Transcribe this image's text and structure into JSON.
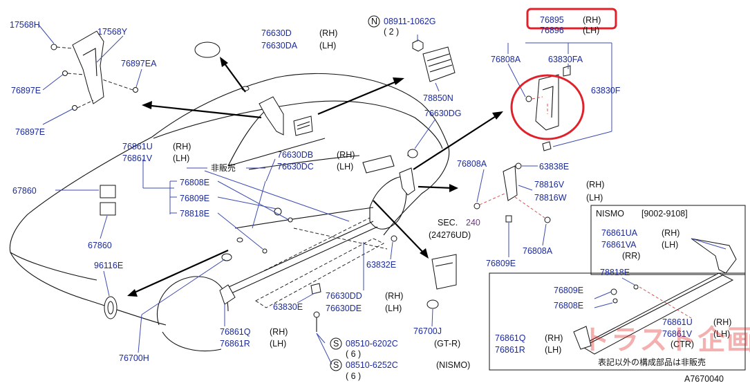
{
  "colors": {
    "label": "#1a2a9c",
    "highlight": "#e0202a",
    "section": "#7a2aa0",
    "watermark": "#e01a1a"
  },
  "labels": {
    "p17568H": "17568H",
    "p17568Y": "17568Y",
    "p76897EA": "76897EA",
    "p76897E_a": "76897E",
    "p76897E_b": "76897E",
    "p76630D": "76630D",
    "p76630DA": "76630DA",
    "rh1": "(RH)",
    "lh1": "(LH)",
    "n_badge": "N",
    "p08911": "08911-1062G",
    "q2": "( 2 )",
    "p78850N": "78850N",
    "p76630DG": "76630DG",
    "p76895": "76895",
    "rh_76895": "(RH)",
    "p76896": "76896",
    "lh_76896": "(LH)",
    "p76808A_top": "76808A",
    "p63830FA": "63830FA",
    "p63830F": "63830F",
    "p76861U": "76861U",
    "rh2": "(RH)",
    "p76861V": "76861V",
    "lh2": "(LH)",
    "not_sold": "非販売",
    "p76808E": "76808E",
    "p76809E": "76809E",
    "p78818E": "78818E",
    "p67860_a": "67860",
    "p67860_b": "67860",
    "p96116E": "96116E",
    "p76630DB": "76630DB",
    "rh3": "(RH)",
    "p76630DC": "76630DC",
    "lh3": "(LH)",
    "p76808A_mid": "76808A",
    "p63838E": "63838E",
    "p78816V": "78816V",
    "rh4": "(RH)",
    "p78816W": "78816W",
    "lh4": "(LH)",
    "sec": "SEC.",
    "sec_num": "240",
    "p24276UD": "(24276UD)",
    "p76808A_low": "76808A",
    "p76809E_low": "76809E",
    "p63832E": "63832E",
    "p76630DD": "76630DD",
    "rh5": "(RH)",
    "p76630DE": "76630DE",
    "lh5": "(LH)",
    "p63830E": "63830E",
    "p76861Q": "76861Q",
    "rh6": "(RH)",
    "p76861R": "76861R",
    "lh6": "(LH)",
    "p76700H": "76700H",
    "p76700J": "76700J",
    "s_badge1": "S",
    "p08510_6202C": "08510-6202C",
    "gtr": "(GT-R)",
    "q6a": "( 6 )",
    "s_badge2": "S",
    "p08510_6252C": "08510-6252C",
    "nismo_tag": "(NISMO)",
    "q6b": "( 6 )",
    "nismo_title": "NISMO",
    "nismo_range": "[9002-9108]",
    "p76861UA": "76861UA",
    "rh7": "(RH)",
    "p76861VA": "76861VA",
    "lh7": "(LH)",
    "rr": "(RR)",
    "p78818E_n": "78818E",
    "p76809E_n": "76809E",
    "p76808E_n": "76808E",
    "p76861U_n": "76861U",
    "rh8": "(RH)",
    "p76861V_n": "76861V",
    "lh8": "(LH)",
    "ctr": "(CTR)",
    "p76861Q_n": "76861Q",
    "rh9": "(RH)",
    "p76861R_n": "76861R",
    "lh9": "(LH)",
    "footnote": "表記以外の構成部品は非販売",
    "diagram_id": "A7670040"
  },
  "watermark": {
    "text": "トラスト企画"
  }
}
